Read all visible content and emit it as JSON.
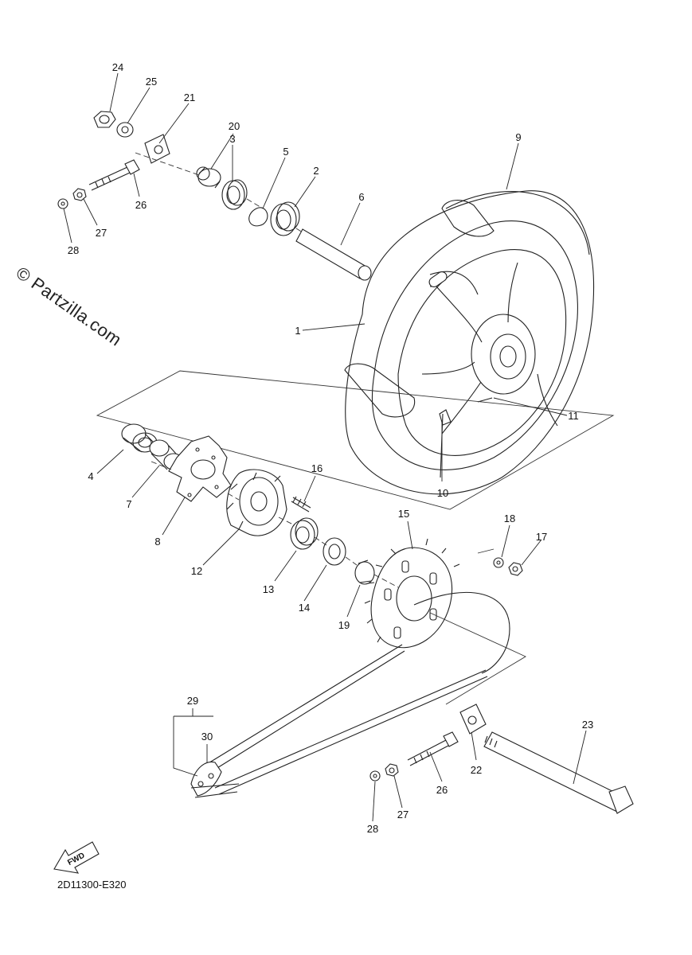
{
  "watermark": "© Partzilla.com",
  "diagram_code": "2D11300-E320",
  "fwd_label": "FWD",
  "callouts": {
    "c1": "1",
    "c2": "2",
    "c3": "3",
    "c4": "4",
    "c5": "5",
    "c6": "6",
    "c7": "7",
    "c8": "8",
    "c9": "9",
    "c10": "10",
    "c11": "11",
    "c12": "12",
    "c13": "13",
    "c14": "14",
    "c15": "15",
    "c16": "16",
    "c17": "17",
    "c18": "18",
    "c19": "19",
    "c20": "20",
    "c21": "21",
    "c22": "22",
    "c23": "23",
    "c24": "24",
    "c25": "25",
    "c26a": "26",
    "c26b": "26",
    "c27a": "27",
    "c27b": "27",
    "c28a": "28",
    "c28b": "28",
    "c29": "29",
    "c30": "30"
  },
  "colors": {
    "line": "#222222",
    "background": "#ffffff"
  }
}
